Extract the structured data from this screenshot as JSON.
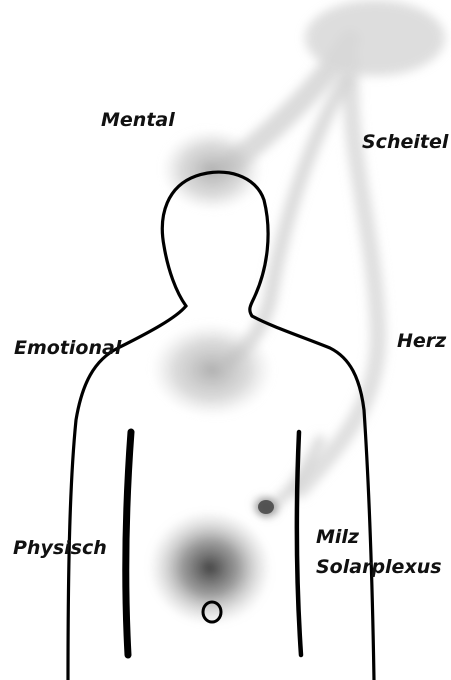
{
  "labels": {
    "mental": "Mental",
    "scheitel": "Scheitel",
    "emotional": "Emotional",
    "herz": "Herz",
    "physisch": "Physisch",
    "milz": "Milz",
    "solarplexus": "Solarplexus"
  },
  "colors": {
    "outline": "#000000",
    "aura_light": "#bdbdbd",
    "aura_mid": "#8f8f8f",
    "aura_dark": "#4a4a4a",
    "background": "#ffffff"
  }
}
